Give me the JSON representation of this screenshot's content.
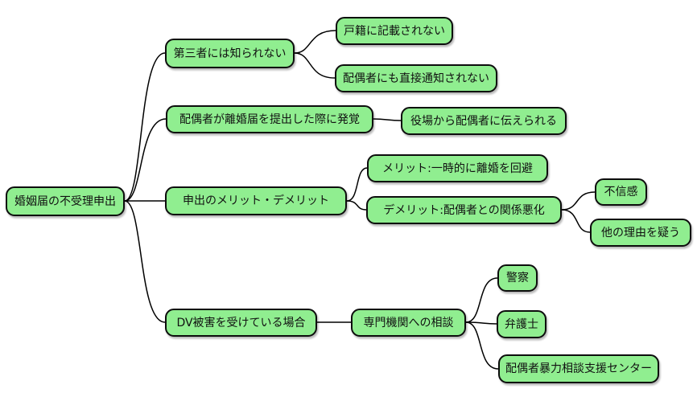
{
  "diagram": {
    "type": "mindmap",
    "background_color": "#ffffff",
    "node_fill_color": "#90ee90",
    "node_border_color": "#0d0d0d",
    "edge_color": "#000000",
    "text_color": "#111111"
  },
  "mindmap": {
    "root": {
      "label": "婚姻届の不受理申出",
      "children": [
        {
          "label": "第三者には知られない",
          "children": [
            {
              "label": "戸籍に記載されない",
              "children": []
            },
            {
              "label": "配偶者にも直接通知されない",
              "children": []
            }
          ]
        },
        {
          "label": "配偶者が離婚届を提出した際に発覚",
          "children": [
            {
              "label": "役場から配偶者に伝えられる",
              "children": []
            }
          ]
        },
        {
          "label": "申出のメリット・デメリット",
          "children": [
            {
              "label": "メリット:一時的に離婚を回避",
              "children": []
            },
            {
              "label": "デメリット:配偶者との関係悪化",
              "children": [
                {
                  "label": "不信感",
                  "children": []
                },
                {
                  "label": "他の理由を疑う",
                  "children": []
                }
              ]
            }
          ]
        },
        {
          "label": "DV被害を受けている場合",
          "children": [
            {
              "label": "専門機関への相談",
              "children": [
                {
                  "label": "警察",
                  "children": []
                },
                {
                  "label": "弁護士",
                  "children": []
                },
                {
                  "label": "配偶者暴力相談支援センター",
                  "children": []
                }
              ]
            }
          ]
        }
      ]
    }
  }
}
